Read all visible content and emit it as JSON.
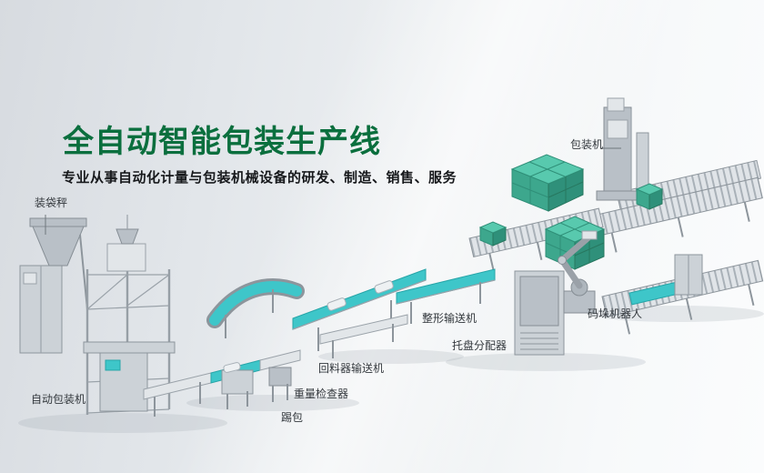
{
  "hero": {
    "title": "全自动智能包装生产线",
    "subtitle": "专业从事自动化计量与包装机械设备的研发、制造、销售、服务"
  },
  "labels": [
    {
      "id": "bagging-scale",
      "text": "装袋秤"
    },
    {
      "id": "packing-machine",
      "text": "包装机"
    },
    {
      "id": "auto-packing-machine",
      "text": "自动包装机"
    },
    {
      "id": "bag-kicker",
      "text": "踢包"
    },
    {
      "id": "weight-checker",
      "text": "重量检查器"
    },
    {
      "id": "return-feeder-conveyor",
      "text": "回料器输送机"
    },
    {
      "id": "shaping-conveyor",
      "text": "整形输送机"
    },
    {
      "id": "pallet-dispenser",
      "text": "托盘分配器"
    },
    {
      "id": "palletizing-robot",
      "text": "码垛机器人"
    }
  ],
  "colors": {
    "title_green": "#0b6f3e",
    "belt_teal": "#3ec6c9",
    "carton_green": "#43b89c",
    "machine_gray": "#b9c0c7"
  }
}
